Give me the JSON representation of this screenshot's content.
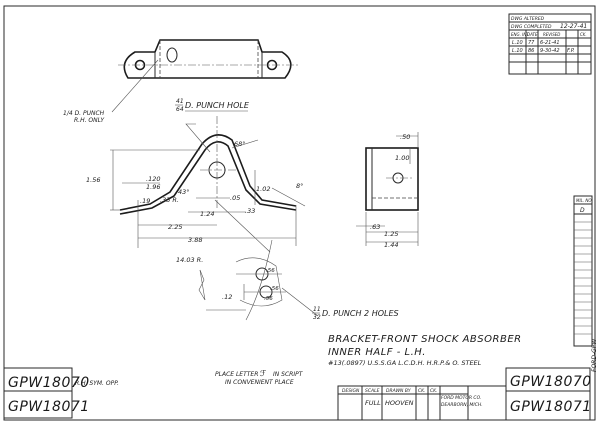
{
  "title_block": {
    "part_number_a": "GPW18070",
    "part_number_b": "GPW18071",
    "part_name_line1": "BRACKET-FRONT SHOCK ABSORBER",
    "part_name_line2": "INNER HALF - L.H.",
    "material": "#13(.0897) U.S.S.GA  L.C.D.H. H.R.P.& O. STEEL",
    "rh_note": "R.H. SYM. OPP.",
    "place_letter_line1": "PLACE LETTER",
    "place_letter_line2": "IN SCRIPT",
    "place_letter_line3": "IN CONVENIENT PLACE",
    "headers": [
      "DESIGN",
      "SCALE",
      "DRAWN BY",
      "CK.",
      "CK."
    ],
    "scale_value": "FULL",
    "drawn_by_value": "HOOVEN",
    "company_line1": "FORD MOTOR CO.",
    "company_line2": "DEARBORN, MICH."
  },
  "revision_block": {
    "header": "DWG ALTERED",
    "rows": [
      [
        "DWG COMPLETED",
        "",
        "12-27-41"
      ],
      [
        "ENG. INT.",
        "DATE",
        "REVISED",
        "CK."
      ],
      [
        "L.10",
        "77",
        "6-21-41",
        ""
      ],
      [
        "L.10",
        "86",
        "9-30-42",
        "F.P."
      ]
    ]
  },
  "right_block": {
    "header": "MIL. NO.",
    "value": "D"
  },
  "side_stamp": "FORD-GPW",
  "annotations": {
    "punch_hole_frac_num": "41",
    "punch_hole_frac_den": "64",
    "punch_hole_text": "D. PUNCH HOLE",
    "punch_rh_line1": "1/4 D. PUNCH",
    "punch_rh_line2": "R.H. ONLY",
    "punch_2_frac_num": "11",
    "punch_2_frac_den": "32",
    "punch_2_text": "D. PUNCH 2 HOLES"
  },
  "dimensions": {
    "d_156": "1.56",
    "d_120": ".120",
    "d_196": "1.96",
    "d_43": "43°",
    "d_33": ".33 R.",
    "d_19": ".19",
    "d_225": "2.25",
    "d_124": "1.24",
    "d_102": "1.02",
    "d_05": ".05",
    "d_33b": ".33",
    "d_388": "3.88",
    "d_8": "8°",
    "d_68": "68°",
    "d_1403": "14.03 R.",
    "d_12": ".12",
    "d_50": ".50",
    "d_100": "1.00",
    "d_63": ".63",
    "d_125": "1.25",
    "d_144": "1.44",
    "d_56a": ".56",
    "d_56b": ".56",
    "d_56c": ".56"
  }
}
